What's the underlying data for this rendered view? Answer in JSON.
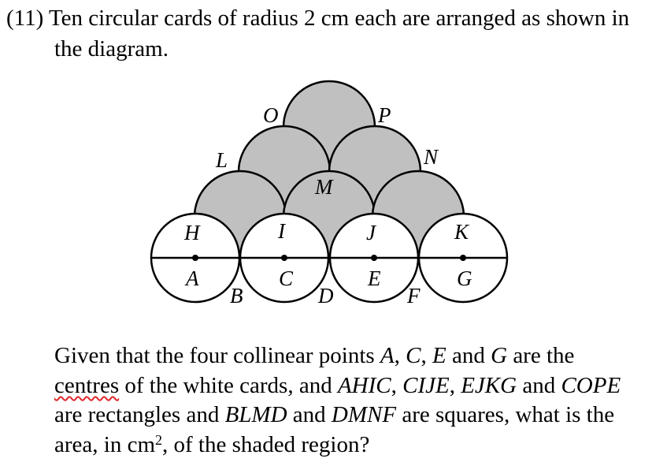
{
  "question": {
    "number": "(11)",
    "line1": "Ten circular cards of radius 2 cm each are arranged as shown in",
    "line2": "the diagram."
  },
  "labels": {
    "O": "O",
    "P": "P",
    "L": "L",
    "N": "N",
    "M": "M",
    "H": "H",
    "I": "I",
    "J": "J",
    "K": "K",
    "A": "A",
    "B": "B",
    "C": "C",
    "D": "D",
    "E": "E",
    "F": "F",
    "G": "G"
  },
  "prompt": {
    "given": "Given that the four collinear points",
    "A": "A",
    "comma1": ", ",
    "C": "C",
    "comma2": ", ",
    "E": "E",
    "and1": " and ",
    "G": "G",
    "are_the": " are the",
    "centres": "centres",
    "of_the_white": " of the white cards, and ",
    "AHIC": "AHIC",
    "comma3": ", ",
    "CIJE": "CIJE",
    "comma4": ", ",
    "EJKG": "EJKG",
    "and2": " and ",
    "COPE": "COPE",
    "are_rect": "are rectangles and ",
    "BLMD": "BLMD",
    "and3": " and ",
    "DMNF": "DMNF",
    "are_squares": " are squares, what is the",
    "area_in": "area, in cm",
    "sup": "2",
    "of_shaded": ", of the shaded region?"
  }
}
